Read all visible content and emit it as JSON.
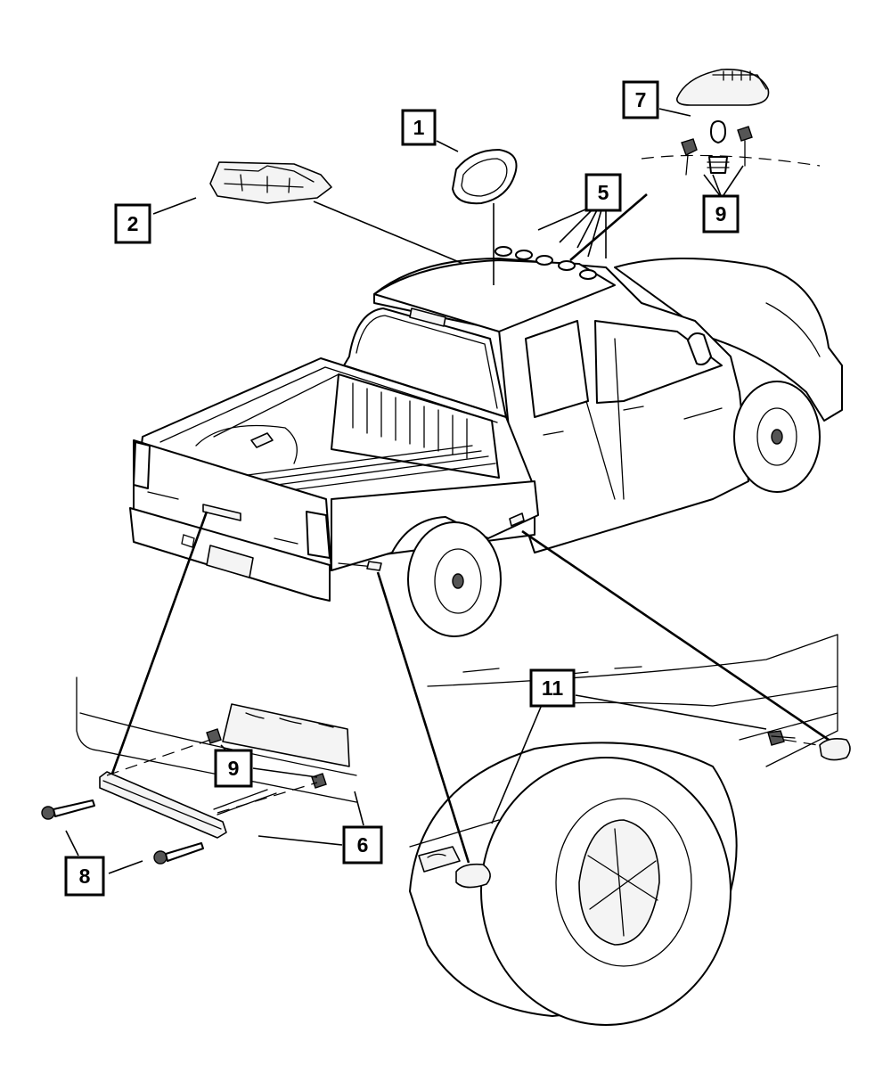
{
  "callouts": {
    "c1": "1",
    "c2": "2",
    "c5": "5",
    "c6": "6",
    "c7": "7",
    "c8": "8",
    "c9a": "9",
    "c9b": "9",
    "c11": "11"
  }
}
